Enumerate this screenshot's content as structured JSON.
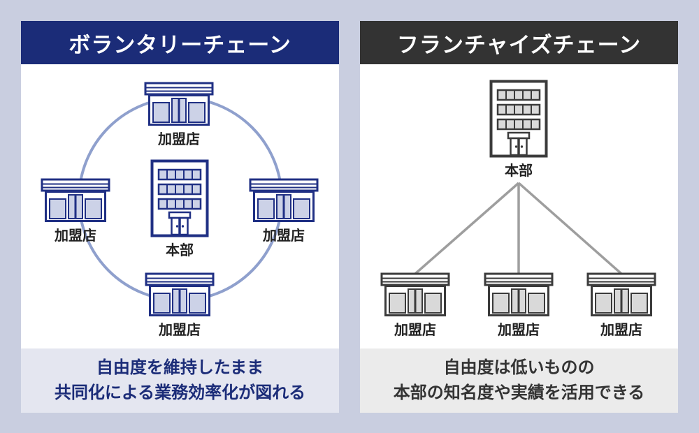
{
  "colors": {
    "page-bg": "#c9cee0",
    "navy": "#1b2c78",
    "dark": "#333333",
    "icon-navy": "#203084",
    "pane-blue": "#ccd2e7",
    "circle-blue": "#8fa0cd",
    "icon-gray": "#3b3b3b",
    "pane-gray": "#d9d9d9",
    "line-gray": "#9e9e9e",
    "left-footer-bg": "#e4e6f0",
    "right-footer-bg": "#ebebeb",
    "label-color": "#222222"
  },
  "left_panel": {
    "title": "ボランタリーチェーン",
    "hq_label": "本部",
    "store_labels": [
      "加盟店",
      "加盟店",
      "加盟店",
      "加盟店"
    ],
    "footer_lines": [
      "自由度を維持したまま",
      "共同化による業務効率化が図れる"
    ],
    "icons": {
      "hq": "headquarters-building-icon",
      "store": "storefront-icon",
      "connector": "cooperation-circle"
    }
  },
  "right_panel": {
    "title": "フランチャイズチェーン",
    "hq_label": "本部",
    "store_labels": [
      "加盟店",
      "加盟店",
      "加盟店"
    ],
    "footer_lines": [
      "自由度は低いものの",
      "本部の知名度や実績を活用できる"
    ],
    "icons": {
      "hq": "headquarters-building-icon",
      "store": "storefront-icon",
      "connector": "hierarchy-lines"
    }
  }
}
